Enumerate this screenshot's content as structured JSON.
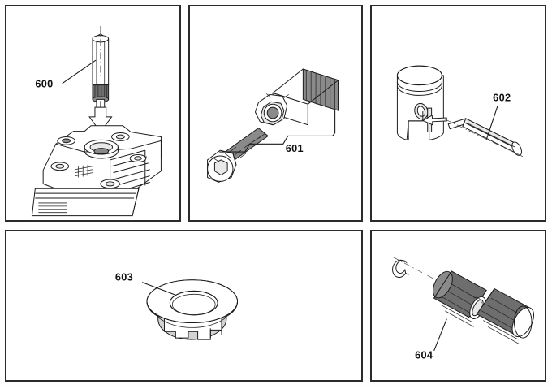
{
  "sheet": {
    "title": "Special tools exploded views",
    "background_color": "#ffffff",
    "line_color": "#1a1a1a",
    "border_color": "#2b2b2b"
  },
  "panels": [
    {
      "id": "panel-600",
      "position": "top-left",
      "callout": "600",
      "subject": "valve-guide-driver-over-cylinder-head",
      "description": "Driver tool aligned above cylinder head spark plug bore, downward installation arrow",
      "parts": [
        "driver-tool",
        "installation-arrow",
        "cylinder-head"
      ]
    },
    {
      "id": "panel-601",
      "position": "top-center",
      "callout": "601",
      "subject": "socket-head-cap-screw-and-knurled-bushing",
      "description": "Hex socket head cap screw and knurled adapter body bracketed together",
      "parts": [
        "cap-screw",
        "knurled-bushing"
      ]
    },
    {
      "id": "panel-602",
      "position": "top-right",
      "callout": "602",
      "subject": "piston-and-pin-driver",
      "description": "Piston skirt with pin bore and a stepped drift punch pointing into it",
      "parts": [
        "piston",
        "drift-punch",
        "direction-arrow"
      ]
    },
    {
      "id": "panel-603",
      "position": "bottom-left",
      "callout": "603",
      "subject": "flanged-ring-collar",
      "description": "Flanged ring / seal driver collar with notched skirt",
      "parts": [
        "ring-collar"
      ]
    },
    {
      "id": "panel-604",
      "position": "bottom-right",
      "callout": "604",
      "subject": "piston-pin-and-circlip",
      "description": "Knurled piston pin assembly with circlip on a dash-dot centerline",
      "parts": [
        "circlip",
        "piston-pin",
        "centerline"
      ]
    }
  ],
  "callouts": {
    "c600": "600",
    "c601": "601",
    "c602": "602",
    "c603": "603",
    "c604": "604"
  }
}
